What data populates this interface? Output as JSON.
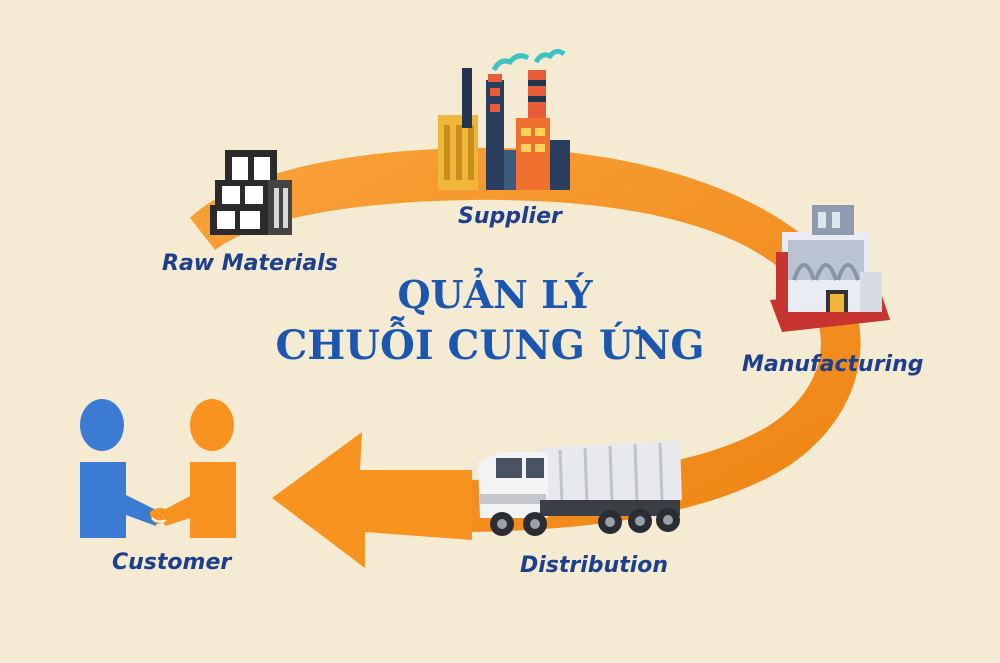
{
  "title": {
    "line1": "QUẢN LÝ",
    "line2": "CHUỖI CUNG ỨNG"
  },
  "stages": {
    "raw_materials": "Raw Materials",
    "supplier": "Supplier",
    "manufacturing": "Manufacturing",
    "distribution": "Distribution",
    "customer": "Customer"
  },
  "colors": {
    "background": "#f4ebd2",
    "arrow": "#f7931e",
    "label_text": "#1d3f8c",
    "title_text": "#1b57b0",
    "person_blue": "#3b7bd4",
    "person_orange": "#f7931e"
  },
  "icons": {
    "raw_materials": "stacked-blocks-icon",
    "supplier": "factory-icon",
    "manufacturing": "plant-building-icon",
    "distribution": "dump-truck-icon",
    "customer": "handshake-people-icon"
  }
}
